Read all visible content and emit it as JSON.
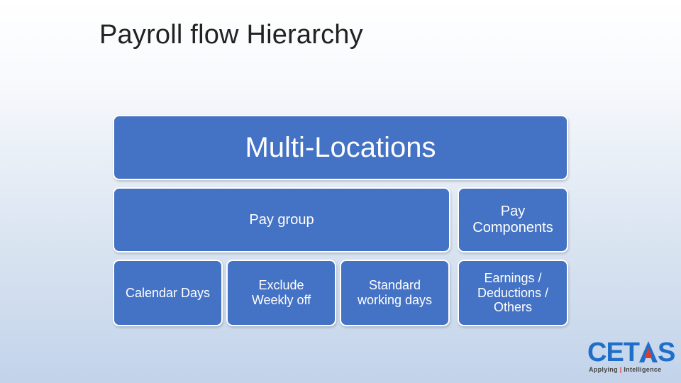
{
  "title": "Payroll flow Hierarchy",
  "hierarchy": {
    "level1": {
      "label": "Multi-Locations"
    },
    "level2": [
      {
        "label": "Pay group"
      },
      {
        "label": "Pay\nComponents"
      }
    ],
    "level3": [
      {
        "label": "Calendar Days"
      },
      {
        "label": "Exclude\nWeekly off"
      },
      {
        "label": "Standard\nworking days"
      },
      {
        "label": "Earnings /\nDeductions /\nOthers"
      }
    ]
  },
  "logo": {
    "word_left": "CET",
    "word_right": "S",
    "tagline_left": "Applying",
    "tagline_right": "Intelligence"
  },
  "colors": {
    "box_fill": "#4472c4",
    "box_border": "#ffffff",
    "logo_blue": "#1f6fc9",
    "logo_red": "#e03a2f"
  }
}
